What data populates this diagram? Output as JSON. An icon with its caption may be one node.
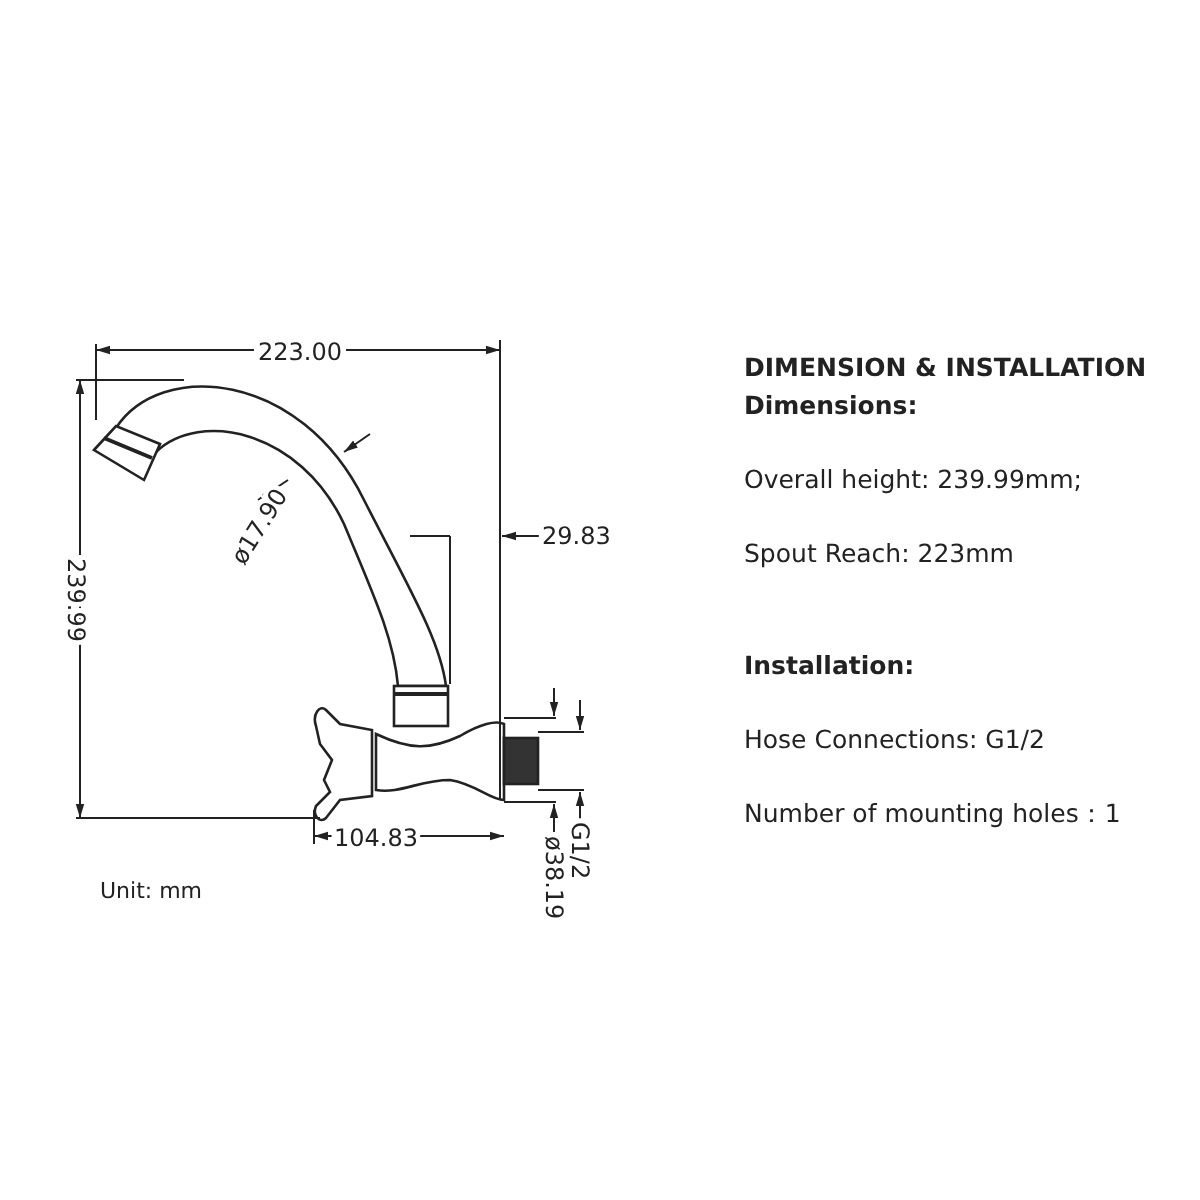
{
  "diagram": {
    "title": "DIMENSION & INSTALLATION",
    "labels": [
      "223.00",
      "ø17.90",
      "29.83",
      "239.99",
      "104.83",
      "G1/2",
      "ø38.19",
      "Unit: mm",
      "Dimensions:",
      "Overall height: 239.99mm;",
      "Spout Reach: 223mm",
      "Installation:",
      "Hose Connections: G1/2",
      "Number of mounting holes：1"
    ]
  }
}
